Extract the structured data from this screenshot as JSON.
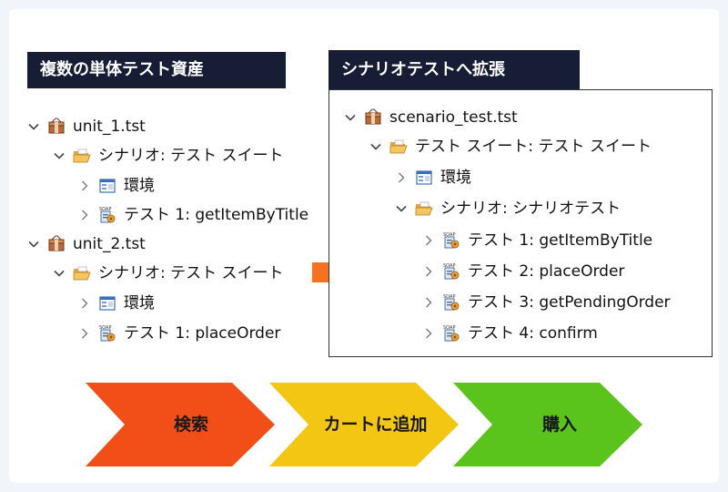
{
  "left": {
    "title": "複数の単体テスト資産",
    "units": [
      {
        "name": "unit_1.tst",
        "suite": "シナリオ: テスト スイート",
        "env": "環境",
        "test": "テスト 1: getItemByTitle"
      },
      {
        "name": "unit_2.tst",
        "suite": "シナリオ: テスト スイート",
        "env": "環境",
        "test": "テスト 1: placeOrder"
      }
    ]
  },
  "right": {
    "title": "シナリオテストへ拡張",
    "root": "scenario_test.tst",
    "suite": "テスト スイート: テスト スイート",
    "env": "環境",
    "scenario": "シナリオ: シナリオテスト",
    "tests": [
      "テスト 1: getItemByTitle",
      "テスト 2: placeOrder",
      "テスト 3: getPendingOrder",
      "テスト 4: confirm"
    ]
  },
  "flow": {
    "steps": [
      {
        "label": "検索",
        "color": "#f24f18"
      },
      {
        "label": "カートに追加",
        "color": "#f3c613"
      },
      {
        "label": "購入",
        "color": "#5bc41c"
      }
    ]
  },
  "colors": {
    "arrow": "#f7721e",
    "label_bg": "#161d35"
  },
  "icons": {
    "tst_file": "package-box-icon",
    "folder": "open-folder-icon",
    "env": "window-icon",
    "soap_test": "soap-test-icon"
  }
}
